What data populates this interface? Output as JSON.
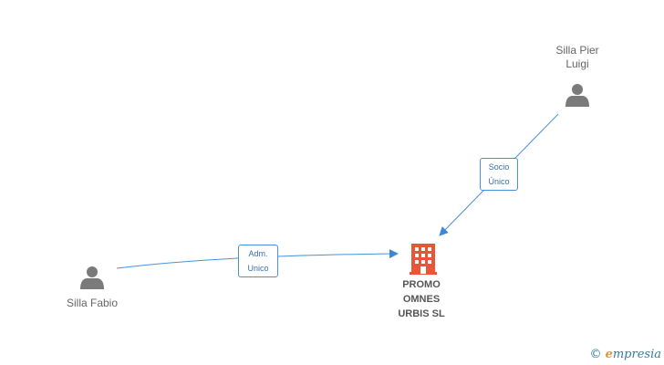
{
  "nodes": {
    "silla_pier_luigi": {
      "label": "Silla Pier\nLuigi",
      "icon": "person-icon"
    },
    "silla_fabio": {
      "label": "Silla Fabio",
      "icon": "person-icon"
    },
    "company": {
      "label": "PROMO\nOMNES\nURBIS SL",
      "icon": "building-icon"
    }
  },
  "edges": {
    "socio": {
      "label": "Socio\nÚnico",
      "from": "Silla Pier Luigi",
      "to": "PROMO OMNES URBIS SL"
    },
    "adm": {
      "label": "Adm.\nUnico",
      "from": "Silla Fabio",
      "to": "PROMO OMNES URBIS SL"
    }
  },
  "brand": {
    "copyright": "©",
    "initial": "e",
    "rest": "mpresia"
  },
  "colors": {
    "edge": "#4a90d9",
    "person": "#7a7a7a",
    "company": "#e8553a"
  }
}
